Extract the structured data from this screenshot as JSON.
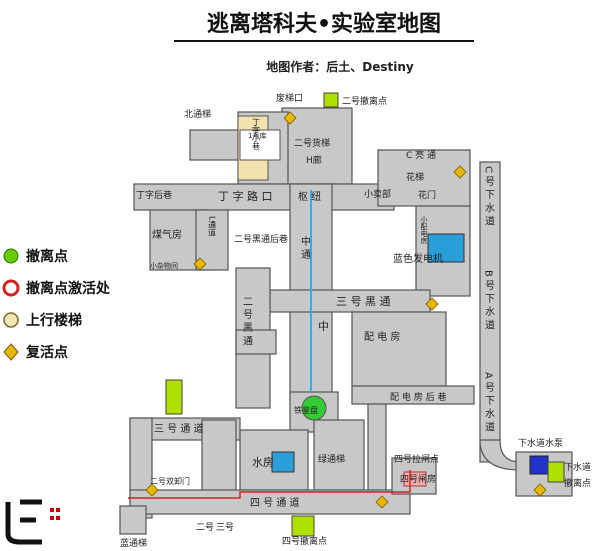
{
  "title": "逃离塔科夫•实验室地图",
  "author": "地图作者：后土、Destiny",
  "legend": [
    {
      "icon": "extract-point-icon",
      "color": "#66cc00",
      "label": "撤离点"
    },
    {
      "icon": "extract-activation-icon",
      "color": "#d22222",
      "label": "撤离点激活处"
    },
    {
      "icon": "stairs-up-icon",
      "color": "#f0e6b0",
      "label": "上行楼梯"
    },
    {
      "icon": "respawn-point-icon",
      "color": "#e8b800",
      "label": "复活点"
    }
  ],
  "labels": {
    "north_stairs": "北通梯",
    "abandoned_stairs_exit": "废梯口",
    "extract2": "二号撤离点",
    "cargo_lift": "二号货梯",
    "h_hall": "H廊",
    "room1": "1号库",
    "ding_stairs": "丁字小巷",
    "ding_lane": "丁字后巷",
    "ding_road": "丁 字 路 口",
    "hub": "枢 纽",
    "shop": "小卖部",
    "flower_stairs": "花梯",
    "flower_gate": "花门",
    "c_corridor": "C 亮 通",
    "gas_room": "煤气房",
    "l_pass": "L通道",
    "hell2_back": "二号黑通后巷",
    "storage": "小杂物间",
    "mid_pass": "中通",
    "mid_channel": "中 通",
    "mid": "中",
    "generator": "蓝色发电机",
    "gate_cell": "小配电房",
    "b_lane": "B 号 下 水 道",
    "a_lane": "A 号 下 水 道",
    "c_lane": "C 号 下 水 道",
    "hall3": "三 号 黑 通",
    "black2": "二 号 黑 通",
    "power_room": "配 电 房",
    "power_back": "配 电 房 后 巷",
    "iron": "铁鉴盘",
    "water_room": "水房",
    "green_stairs": "绿通梯",
    "pull2": "四号拉闸点",
    "gate2": "四号闸房",
    "hall4": "四 号 通 道",
    "hall3b": "三 号 通 道",
    "extract4": "四号撤离点",
    "blue_stairs": "蓝通梯",
    "sewer_pump": "下水道水泵",
    "sewer": "下水道",
    "sewer_extract": "撤离点",
    "double_door2": "二号双卸门",
    "two": "二号",
    "three": "三号"
  }
}
